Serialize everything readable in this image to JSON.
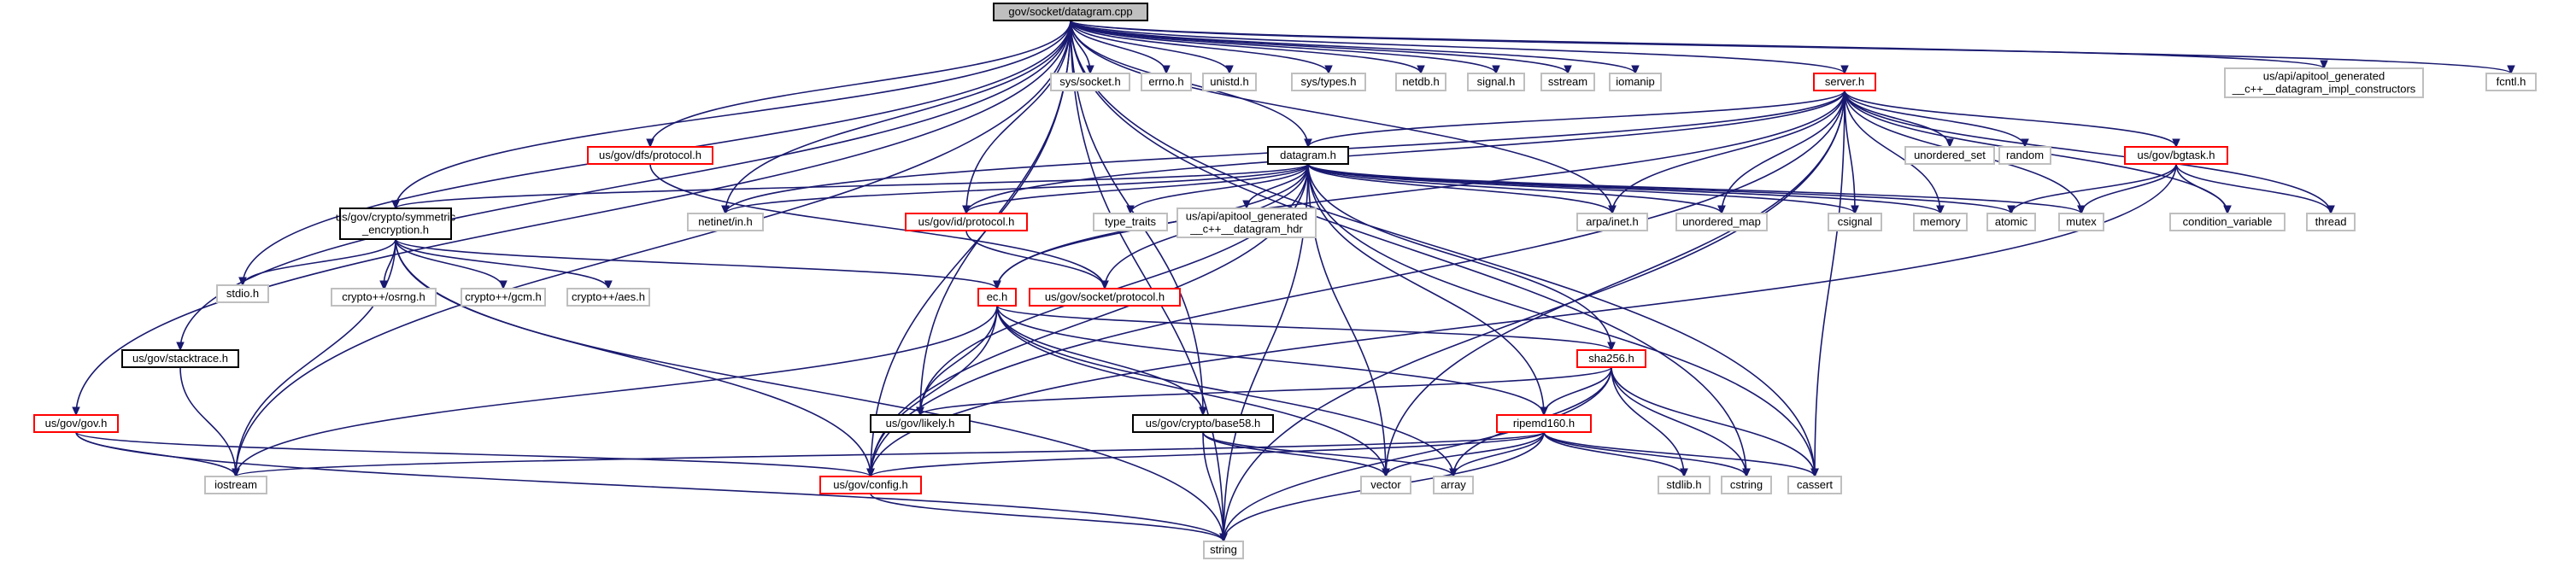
{
  "graph": {
    "title": "gov/socket/datagram.cpp",
    "colors": {
      "edge": "#191970",
      "root_fill": "#bfbfbf",
      "root_border": "#000000",
      "local_border": "#ff0000",
      "plain_border": "#000000",
      "system_border": "#bfbfbf",
      "text": "#000000"
    },
    "nodes": [
      {
        "id": "root",
        "label": [
          "gov/socket/datagram.cpp"
        ],
        "kind": "root"
      },
      {
        "id": "crypto_sym",
        "label": [
          "us/gov/crypto/symmetric",
          "_encryption.h"
        ],
        "kind": "plain"
      },
      {
        "id": "dfs_protocol",
        "label": [
          "us/gov/dfs/protocol.h"
        ],
        "kind": "local"
      },
      {
        "id": "id_protocol",
        "label": [
          "us/gov/id/protocol.h"
        ],
        "kind": "local"
      },
      {
        "id": "datagram_h",
        "label": [
          "datagram.h"
        ],
        "kind": "plain"
      },
      {
        "id": "server_h",
        "label": [
          "server.h"
        ],
        "kind": "local"
      },
      {
        "id": "bgtask_h",
        "label": [
          "us/gov/bgtask.h"
        ],
        "kind": "local"
      },
      {
        "id": "socket_protocol",
        "label": [
          "us/gov/socket/protocol.h"
        ],
        "kind": "local"
      },
      {
        "id": "ec_h",
        "label": [
          "ec.h"
        ],
        "kind": "local"
      },
      {
        "id": "sha256_h",
        "label": [
          "sha256.h"
        ],
        "kind": "local"
      },
      {
        "id": "ripemd160_h",
        "label": [
          "ripemd160.h"
        ],
        "kind": "local"
      },
      {
        "id": "stacktrace_h",
        "label": [
          "us/gov/stacktrace.h"
        ],
        "kind": "plain"
      },
      {
        "id": "gov_h",
        "label": [
          "us/gov/gov.h"
        ],
        "kind": "local"
      },
      {
        "id": "likely_h",
        "label": [
          "us/gov/likely.h"
        ],
        "kind": "plain"
      },
      {
        "id": "base58_h",
        "label": [
          "us/gov/crypto/base58.h"
        ],
        "kind": "plain"
      },
      {
        "id": "config_h",
        "label": [
          "us/gov/config.h"
        ],
        "kind": "local"
      },
      {
        "id": "sys_socket",
        "label": [
          "sys/socket.h"
        ],
        "kind": "system"
      },
      {
        "id": "errno_h",
        "label": [
          "errno.h"
        ],
        "kind": "system"
      },
      {
        "id": "unistd_h",
        "label": [
          "unistd.h"
        ],
        "kind": "system"
      },
      {
        "id": "sys_types",
        "label": [
          "sys/types.h"
        ],
        "kind": "system"
      },
      {
        "id": "netdb_h",
        "label": [
          "netdb.h"
        ],
        "kind": "system"
      },
      {
        "id": "signal_h",
        "label": [
          "signal.h"
        ],
        "kind": "system"
      },
      {
        "id": "sstream",
        "label": [
          "sstream"
        ],
        "kind": "system"
      },
      {
        "id": "iomanip",
        "label": [
          "iomanip"
        ],
        "kind": "system"
      },
      {
        "id": "api_impl",
        "label": [
          "us/api/apitool_generated",
          "__c++__datagram_impl_constructors"
        ],
        "kind": "system"
      },
      {
        "id": "fcntl_h",
        "label": [
          "fcntl.h"
        ],
        "kind": "system"
      },
      {
        "id": "unordered_set",
        "label": [
          "unordered_set"
        ],
        "kind": "system"
      },
      {
        "id": "random",
        "label": [
          "random"
        ],
        "kind": "system"
      },
      {
        "id": "netinet_in",
        "label": [
          "netinet/in.h"
        ],
        "kind": "system"
      },
      {
        "id": "type_traits",
        "label": [
          "type_traits"
        ],
        "kind": "system"
      },
      {
        "id": "api_hdr",
        "label": [
          "us/api/apitool_generated",
          "__c++__datagram_hdr"
        ],
        "kind": "system"
      },
      {
        "id": "arpa_inet",
        "label": [
          "arpa/inet.h"
        ],
        "kind": "system"
      },
      {
        "id": "unordered_map",
        "label": [
          "unordered_map"
        ],
        "kind": "system"
      },
      {
        "id": "csignal",
        "label": [
          "csignal"
        ],
        "kind": "system"
      },
      {
        "id": "memory",
        "label": [
          "memory"
        ],
        "kind": "system"
      },
      {
        "id": "atomic",
        "label": [
          "atomic"
        ],
        "kind": "system"
      },
      {
        "id": "mutex",
        "label": [
          "mutex"
        ],
        "kind": "system"
      },
      {
        "id": "cond_var",
        "label": [
          "condition_variable"
        ],
        "kind": "system"
      },
      {
        "id": "thread",
        "label": [
          "thread"
        ],
        "kind": "system"
      },
      {
        "id": "stdio_h",
        "label": [
          "stdio.h"
        ],
        "kind": "system"
      },
      {
        "id": "osrng",
        "label": [
          "crypto++/osrng.h"
        ],
        "kind": "system"
      },
      {
        "id": "gcm",
        "label": [
          "crypto++/gcm.h"
        ],
        "kind": "system"
      },
      {
        "id": "aes",
        "label": [
          "crypto++/aes.h"
        ],
        "kind": "system"
      },
      {
        "id": "iostream",
        "label": [
          "iostream"
        ],
        "kind": "system"
      },
      {
        "id": "vector",
        "label": [
          "vector"
        ],
        "kind": "system"
      },
      {
        "id": "array",
        "label": [
          "array"
        ],
        "kind": "system"
      },
      {
        "id": "stdlib_h",
        "label": [
          "stdlib.h"
        ],
        "kind": "system"
      },
      {
        "id": "cstring",
        "label": [
          "cstring"
        ],
        "kind": "system"
      },
      {
        "id": "cassert",
        "label": [
          "cassert"
        ],
        "kind": "system"
      },
      {
        "id": "string",
        "label": [
          "string"
        ],
        "kind": "system"
      }
    ],
    "edges": [
      [
        "root",
        "string"
      ],
      [
        "root",
        "gov_h"
      ],
      [
        "root",
        "iostream"
      ],
      [
        "root",
        "stacktrace_h"
      ],
      [
        "root",
        "crypto_sym"
      ],
      [
        "root",
        "stdio_h"
      ],
      [
        "root",
        "likely_h"
      ],
      [
        "root",
        "base58_h"
      ],
      [
        "root",
        "netinet_in"
      ],
      [
        "root",
        "dfs_protocol"
      ],
      [
        "root",
        "id_protocol"
      ],
      [
        "root",
        "datagram_h"
      ],
      [
        "root",
        "sys_socket"
      ],
      [
        "root",
        "errno_h"
      ],
      [
        "root",
        "unistd_h"
      ],
      [
        "root",
        "sys_types"
      ],
      [
        "root",
        "netdb_h"
      ],
      [
        "root",
        "signal_h"
      ],
      [
        "root",
        "sstream"
      ],
      [
        "root",
        "iomanip"
      ],
      [
        "root",
        "server_h"
      ],
      [
        "root",
        "api_impl"
      ],
      [
        "root",
        "fcntl_h"
      ],
      [
        "root",
        "cassert"
      ],
      [
        "root",
        "cstring"
      ],
      [
        "root",
        "arpa_inet"
      ],
      [
        "root",
        "config_h"
      ],
      [
        "gov_h",
        "config_h"
      ],
      [
        "gov_h",
        "iostream"
      ],
      [
        "gov_h",
        "string"
      ],
      [
        "stacktrace_h",
        "iostream"
      ],
      [
        "crypto_sym",
        "stdio_h"
      ],
      [
        "crypto_sym",
        "osrng"
      ],
      [
        "crypto_sym",
        "gcm"
      ],
      [
        "crypto_sym",
        "aes"
      ],
      [
        "crypto_sym",
        "ec_h"
      ],
      [
        "crypto_sym",
        "iostream"
      ],
      [
        "crypto_sym",
        "config_h"
      ],
      [
        "crypto_sym",
        "string"
      ],
      [
        "dfs_protocol",
        "socket_protocol"
      ],
      [
        "id_protocol",
        "socket_protocol"
      ],
      [
        "datagram_h",
        "crypto_sym"
      ],
      [
        "datagram_h",
        "netinet_in"
      ],
      [
        "datagram_h",
        "id_protocol"
      ],
      [
        "datagram_h",
        "type_traits"
      ],
      [
        "datagram_h",
        "api_hdr"
      ],
      [
        "datagram_h",
        "arpa_inet"
      ],
      [
        "datagram_h",
        "unordered_map"
      ],
      [
        "datagram_h",
        "csignal"
      ],
      [
        "datagram_h",
        "memory"
      ],
      [
        "datagram_h",
        "atomic"
      ],
      [
        "datagram_h",
        "mutex"
      ],
      [
        "datagram_h",
        "socket_protocol"
      ],
      [
        "datagram_h",
        "ec_h"
      ],
      [
        "datagram_h",
        "sha256_h"
      ],
      [
        "datagram_h",
        "ripemd160_h"
      ],
      [
        "datagram_h",
        "vector"
      ],
      [
        "datagram_h",
        "cassert"
      ],
      [
        "datagram_h",
        "string"
      ],
      [
        "datagram_h",
        "likely_h"
      ],
      [
        "datagram_h",
        "config_h"
      ],
      [
        "server_h",
        "datagram_h"
      ],
      [
        "server_h",
        "unordered_set"
      ],
      [
        "server_h",
        "random"
      ],
      [
        "server_h",
        "bgtask_h"
      ],
      [
        "server_h",
        "netinet_in"
      ],
      [
        "server_h",
        "arpa_inet"
      ],
      [
        "server_h",
        "unordered_map"
      ],
      [
        "server_h",
        "csignal"
      ],
      [
        "server_h",
        "memory"
      ],
      [
        "server_h",
        "mutex"
      ],
      [
        "server_h",
        "cond_var"
      ],
      [
        "server_h",
        "thread"
      ],
      [
        "server_h",
        "id_protocol"
      ],
      [
        "server_h",
        "ec_h"
      ],
      [
        "server_h",
        "vector"
      ],
      [
        "server_h",
        "string"
      ],
      [
        "server_h",
        "config_h"
      ],
      [
        "server_h",
        "cassert"
      ],
      [
        "bgtask_h",
        "atomic"
      ],
      [
        "bgtask_h",
        "mutex"
      ],
      [
        "bgtask_h",
        "cond_var"
      ],
      [
        "bgtask_h",
        "thread"
      ],
      [
        "bgtask_h",
        "config_h"
      ],
      [
        "ec_h",
        "sha256_h"
      ],
      [
        "ec_h",
        "ripemd160_h"
      ],
      [
        "ec_h",
        "likely_h"
      ],
      [
        "ec_h",
        "config_h"
      ],
      [
        "ec_h",
        "iostream"
      ],
      [
        "ec_h",
        "vector"
      ],
      [
        "ec_h",
        "array"
      ],
      [
        "ec_h",
        "base58_h"
      ],
      [
        "sha256_h",
        "ripemd160_h"
      ],
      [
        "sha256_h",
        "likely_h"
      ],
      [
        "sha256_h",
        "array"
      ],
      [
        "sha256_h",
        "stdlib_h"
      ],
      [
        "sha256_h",
        "cstring"
      ],
      [
        "sha256_h",
        "cassert"
      ],
      [
        "sha256_h",
        "string"
      ],
      [
        "ripemd160_h",
        "iostream"
      ],
      [
        "ripemd160_h",
        "config_h"
      ],
      [
        "ripemd160_h",
        "vector"
      ],
      [
        "ripemd160_h",
        "array"
      ],
      [
        "ripemd160_h",
        "stdlib_h"
      ],
      [
        "ripemd160_h",
        "cstring"
      ],
      [
        "ripemd160_h",
        "cassert"
      ],
      [
        "ripemd160_h",
        "string"
      ],
      [
        "base58_h",
        "vector"
      ],
      [
        "base58_h",
        "array"
      ],
      [
        "base58_h",
        "string"
      ],
      [
        "config_h",
        "string"
      ]
    ]
  }
}
